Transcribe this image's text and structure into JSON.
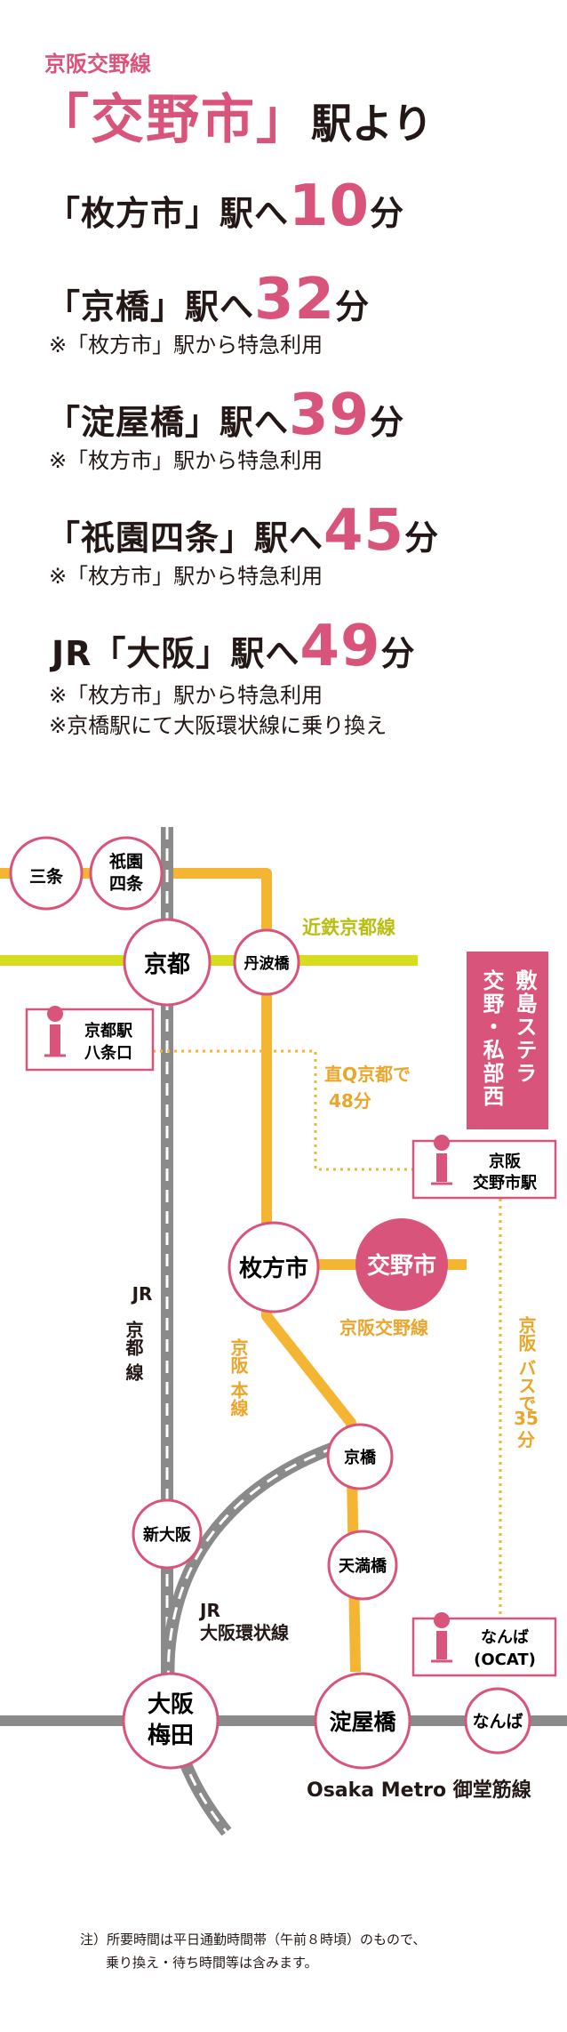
{
  "header": {
    "line": "京阪交野線",
    "station": "「交野市」",
    "from": "駅より"
  },
  "routes": [
    {
      "dest": "「枚方市」駅へ",
      "minutes": "10",
      "unit": "分",
      "notes": []
    },
    {
      "dest": "「京橋」駅へ",
      "minutes": "32",
      "unit": "分",
      "notes": [
        "※「枚方市」駅から特急利用"
      ]
    },
    {
      "dest": "「淀屋橋」駅へ",
      "minutes": "39",
      "unit": "分",
      "notes": [
        "※「枚方市」駅から特急利用"
      ]
    },
    {
      "dest": "「祇園四条」駅へ",
      "minutes": "45",
      "unit": "分",
      "notes": [
        "※「枚方市」駅から特急利用"
      ]
    },
    {
      "dest": "JR「大阪」駅へ",
      "minutes": "49",
      "unit": "分",
      "notes": [
        "※「枚方市」駅から特急利用",
        "※京橋駅にて大阪環状線に乗り換え"
      ]
    }
  ],
  "map": {
    "stations": {
      "sanjo": "三条",
      "gion1": "祇園",
      "gion2": "四条",
      "kyoto": "京都",
      "tambabashi": "丹波橋",
      "hirakatashi": "枚方市",
      "katanoshi": "交野市",
      "kyobashi": "京橋",
      "shinosaka": "新大阪",
      "tenmabashi": "天満橋",
      "osaka1": "大阪",
      "osaka2": "梅田",
      "yodoyabashi": "淀屋橋",
      "namba": "なんば"
    },
    "lines": {
      "kintetsu": "近鉄京都線",
      "keihan_katano": "京阪交野線",
      "keihan_main1": "京阪",
      "keihan_main2": "本線",
      "jr_kyoto1": "JR",
      "jr_kyoto2": "京都",
      "jr_kyoto3": "線",
      "jr_loop1": "JR",
      "jr_loop2": "大阪環状線",
      "metro": "Osaka Metro 御堂筋線"
    },
    "bus_stops": {
      "kyoto_1": "京都駅",
      "kyoto_2": "八条口",
      "katano_1": "京阪",
      "katano_2": "交野市駅",
      "namba_1": "なんば",
      "namba_2": "(OCAT)"
    },
    "bus_routes": {
      "chokuq_1": "直Q京都で",
      "chokuq_2": "48分",
      "keihan_bus_1": "京阪",
      "keihan_bus_2": "バスで",
      "keihan_bus_3": "35",
      "keihan_bus_4": "分"
    },
    "landmark": {
      "col1": "敷島ステラ",
      "col2": "交野・私部西"
    }
  },
  "footer": {
    "note1": "注）所要時間は平日通勤時間帯（午前８時頃）のもので、",
    "note2": "乗り換え・待ち時間等は含みます。"
  },
  "colors": {
    "pink": "#d9547a",
    "keihan_orange": "#f4b533",
    "kintetsu_green": "#d6dc1e",
    "jr_gray": "#888888",
    "metro_gray": "#888888"
  }
}
